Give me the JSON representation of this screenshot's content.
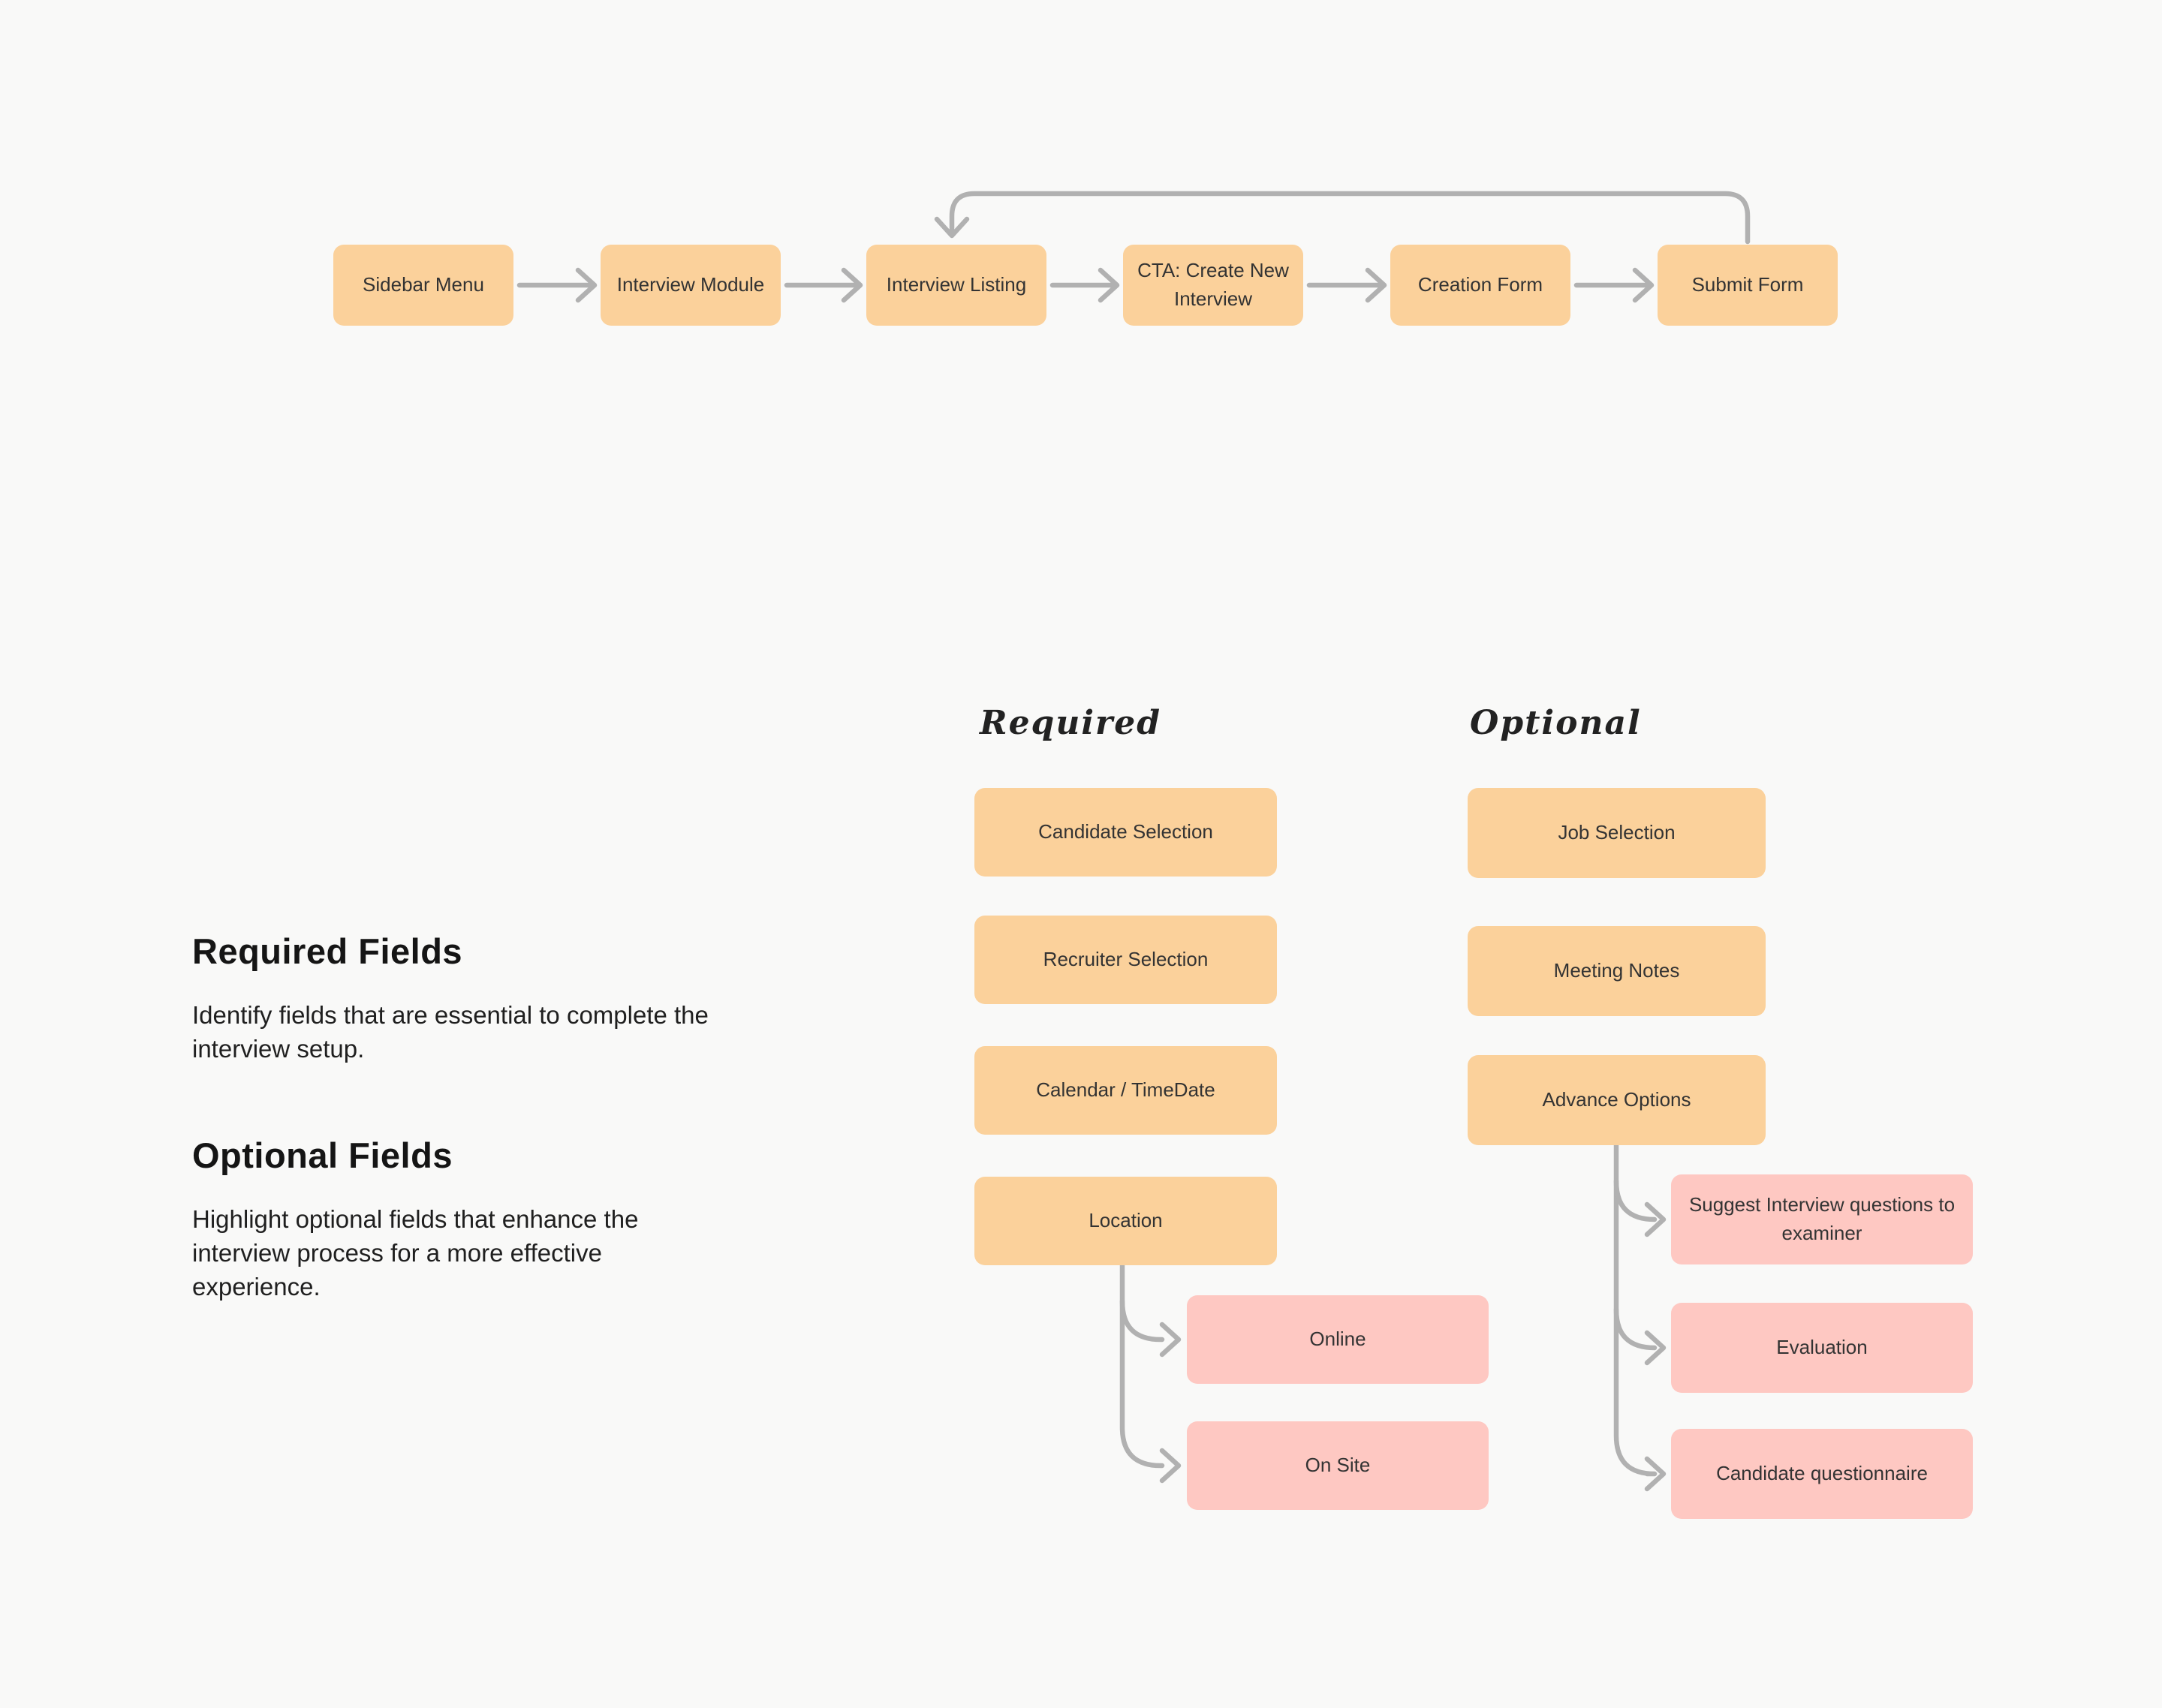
{
  "colors": {
    "background": "#F9F9F8",
    "node_orange": "#FBD19B",
    "node_pink": "#FEC8C2",
    "connector_gray": "#B1B1B1",
    "node_text": "#333333",
    "heading_text": "#151515",
    "body_text": "#1F1F1F"
  },
  "top_flow": {
    "nodes": [
      {
        "label": "Sidebar Menu"
      },
      {
        "label": "Interview Module"
      },
      {
        "label": "Interview Listing"
      },
      {
        "label": "CTA: Create New\nInterview"
      },
      {
        "label": "Creation Form"
      },
      {
        "label": "Submit Form"
      }
    ]
  },
  "left_panel": {
    "sections": [
      {
        "title": "Required Fields",
        "body": "Identify fields that are essential to complete the interview setup."
      },
      {
        "title": "Optional Fields",
        "body": "Highlight optional fields that enhance the interview process for a more effective experience."
      }
    ]
  },
  "required_column": {
    "header": "Required",
    "items": [
      {
        "label": "Candidate Selection"
      },
      {
        "label": "Recruiter Selection"
      },
      {
        "label": "Calendar / TimeDate"
      },
      {
        "label": "Location"
      }
    ],
    "location_children": [
      {
        "label": "Online"
      },
      {
        "label": "On Site"
      }
    ]
  },
  "optional_column": {
    "header": "Optional",
    "items": [
      {
        "label": "Job Selection"
      },
      {
        "label": "Meeting Notes"
      },
      {
        "label": "Advance Options"
      }
    ],
    "advance_children": [
      {
        "label": "Suggest Interview questions to\nexaminer"
      },
      {
        "label": "Evaluation"
      },
      {
        "label": "Candidate questionnaire"
      }
    ]
  }
}
